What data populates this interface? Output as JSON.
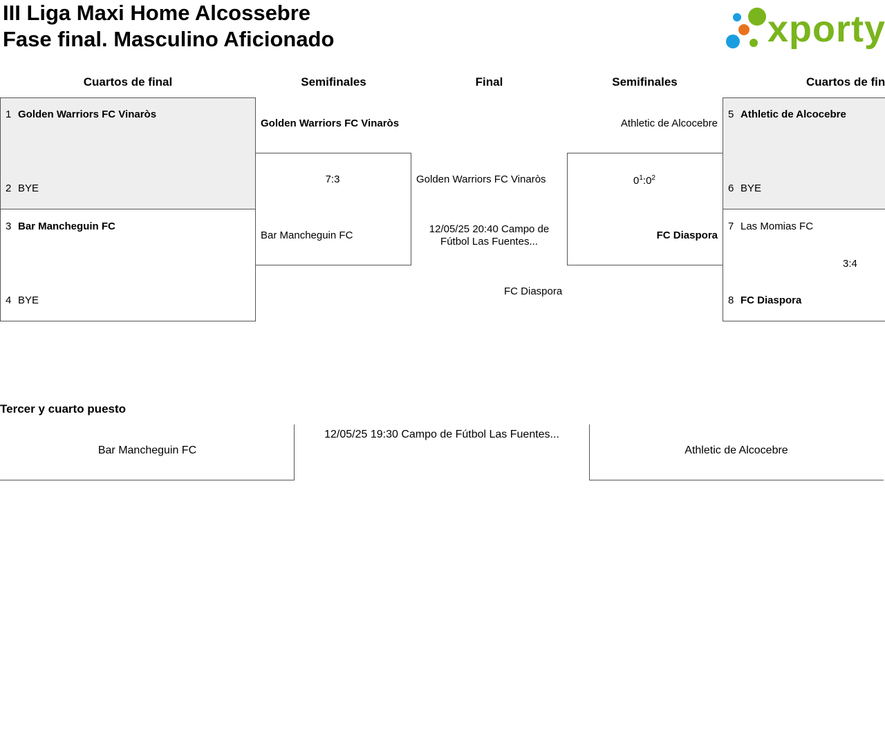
{
  "header": {
    "title_line1": "III Liga Maxi Home Alcossebre",
    "title_line2": "Fase final. Masculino Aficionado",
    "logo_text": "xporty"
  },
  "rounds": {
    "left_quarterfinals": "Cuartos de final",
    "left_semifinals": "Semifinales",
    "final": "Final",
    "right_semifinals": "Semifinales",
    "right_quarterfinals": "Cuartos de fin"
  },
  "left_quarterfinals": [
    {
      "seed": "1",
      "team": "Golden Warriors FC Vinaròs"
    },
    {
      "seed": "2",
      "team": "BYE"
    },
    {
      "seed": "3",
      "team": "Bar Mancheguin FC"
    },
    {
      "seed": "4",
      "team": "BYE"
    }
  ],
  "right_quarterfinals": [
    {
      "seed": "5",
      "team": "Athletic de Alcocebre"
    },
    {
      "seed": "6",
      "team": "BYE"
    },
    {
      "seed": "7",
      "team": "Las Momias FC"
    },
    {
      "seed": "8",
      "team": "FC Diaspora"
    }
  ],
  "right_qf_score": "3:4",
  "left_semifinal": {
    "team_top": "Golden Warriors FC Vinaròs",
    "score": "7:3",
    "team_bottom": "Bar Mancheguin FC"
  },
  "right_semifinal": {
    "team_top": "Athletic de Alcocebre",
    "score_main_a": "0",
    "score_sup_a": "1",
    "score_sep": ":",
    "score_main_b": "0",
    "score_sup_b": "2",
    "team_bottom": "FC Diaspora"
  },
  "final_match": {
    "team_left": "Golden Warriors FC Vinaròs",
    "schedule": "12/05/25 20:40 Campo de Fútbol Las Fuentes...",
    "team_right": "FC Diaspora"
  },
  "third_place": {
    "title": "Tercer y cuarto puesto",
    "team_left": "Bar Mancheguin FC",
    "schedule": "12/05/25 19:30 Campo de Fútbol Las Fuentes...",
    "team_right": "Athletic de Alcocebre"
  },
  "colors": {
    "logo_green": "#7ab51d",
    "logo_blue": "#1a9ee0",
    "logo_orange": "#e8731e",
    "box_grey": "#eeeeee"
  }
}
